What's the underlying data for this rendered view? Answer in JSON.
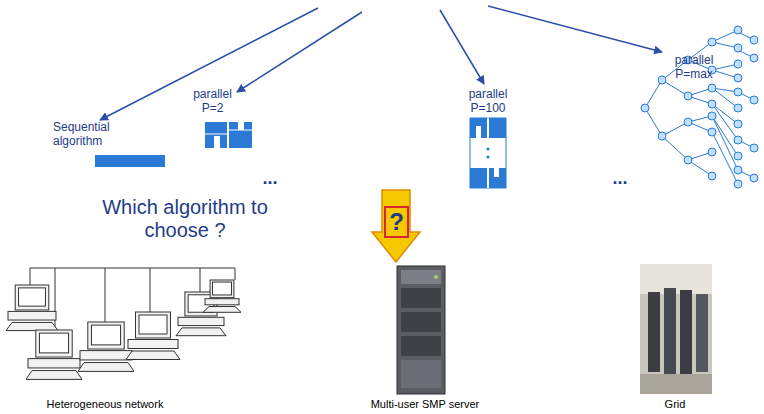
{
  "diagram": {
    "nodes": [
      {
        "text": [
          "?"
        ]
      }
    ],
    "labels": [
      "Sequential algorithm",
      "parallel P=2",
      "...",
      "parallel P=100",
      "...",
      "parallel P=max",
      "Which algorithm to choose ?",
      "Heterogeneous network",
      "Multi-user SMP server",
      "Grid"
    ]
  }
}
